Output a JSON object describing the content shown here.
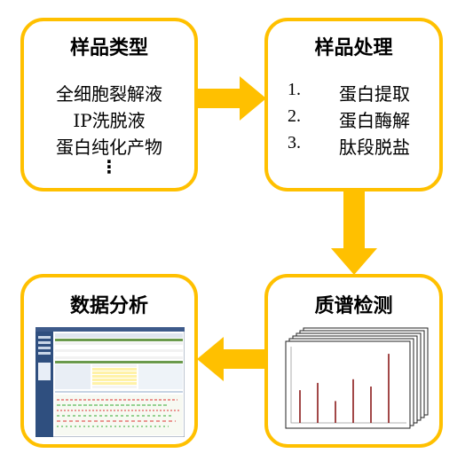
{
  "colors": {
    "box_border": "#ffc000",
    "arrow": "#ffc000",
    "spectrum_peak": "#8b1a1a"
  },
  "sample_types": {
    "title": "样品类型",
    "items": [
      "全细胞裂解液",
      "IP洗脱液",
      "蛋白纯化产物"
    ],
    "more": "⋮"
  },
  "processing": {
    "title": "样品处理",
    "steps": [
      {
        "num": "1.",
        "text": "蛋白提取"
      },
      {
        "num": "2.",
        "text": "蛋白酶解"
      },
      {
        "num": "3.",
        "text": "肽段脱盐"
      }
    ]
  },
  "ms": {
    "title": "质谱检测",
    "spectrum_stack_count": 6,
    "peaks": [
      0.45,
      0.55,
      0.3,
      0.6,
      0.5,
      0.95
    ]
  },
  "analysis": {
    "title": "数据分析"
  },
  "arrows": [
    {
      "from": "sample_types",
      "to": "processing",
      "direction": "right"
    },
    {
      "from": "processing",
      "to": "ms",
      "direction": "down"
    },
    {
      "from": "ms",
      "to": "analysis",
      "direction": "left"
    }
  ]
}
